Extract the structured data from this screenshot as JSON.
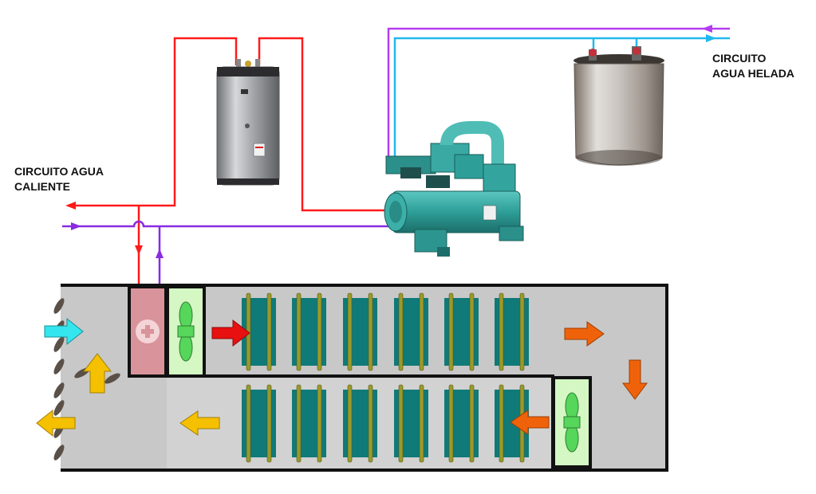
{
  "labels": {
    "hot_water_line1": "CIRCUITO AGUA",
    "hot_water_line2": "CALIENTE",
    "chilled_water_line1": "CIRCUITO",
    "chilled_water_line2": "AGUA HELADA"
  },
  "colors": {
    "hot_supply": "#ff1a1a",
    "hot_return": "#8a2be2",
    "chilled_supply": "#22b8ee",
    "chilled_return": "#b43cf0",
    "inlet_air": "#33e6ee",
    "fresh_air": "#f5c000",
    "warm_air": "#f0620a",
    "hot_air": "#e81010",
    "heating_coil": "#d9939a",
    "fan_panel": "#d4f7c4",
    "fan_color": "#56d65a",
    "exchanger_plate": "#0f7a78",
    "exchanger_rod": "#9a9a2a",
    "chiller_body": "#2e9e98",
    "duct_fill": "#c8c8c8"
  },
  "icons": {
    "heating_coil": "plus-icon",
    "fans": "fan-icon",
    "dampers": "louver-icon"
  }
}
